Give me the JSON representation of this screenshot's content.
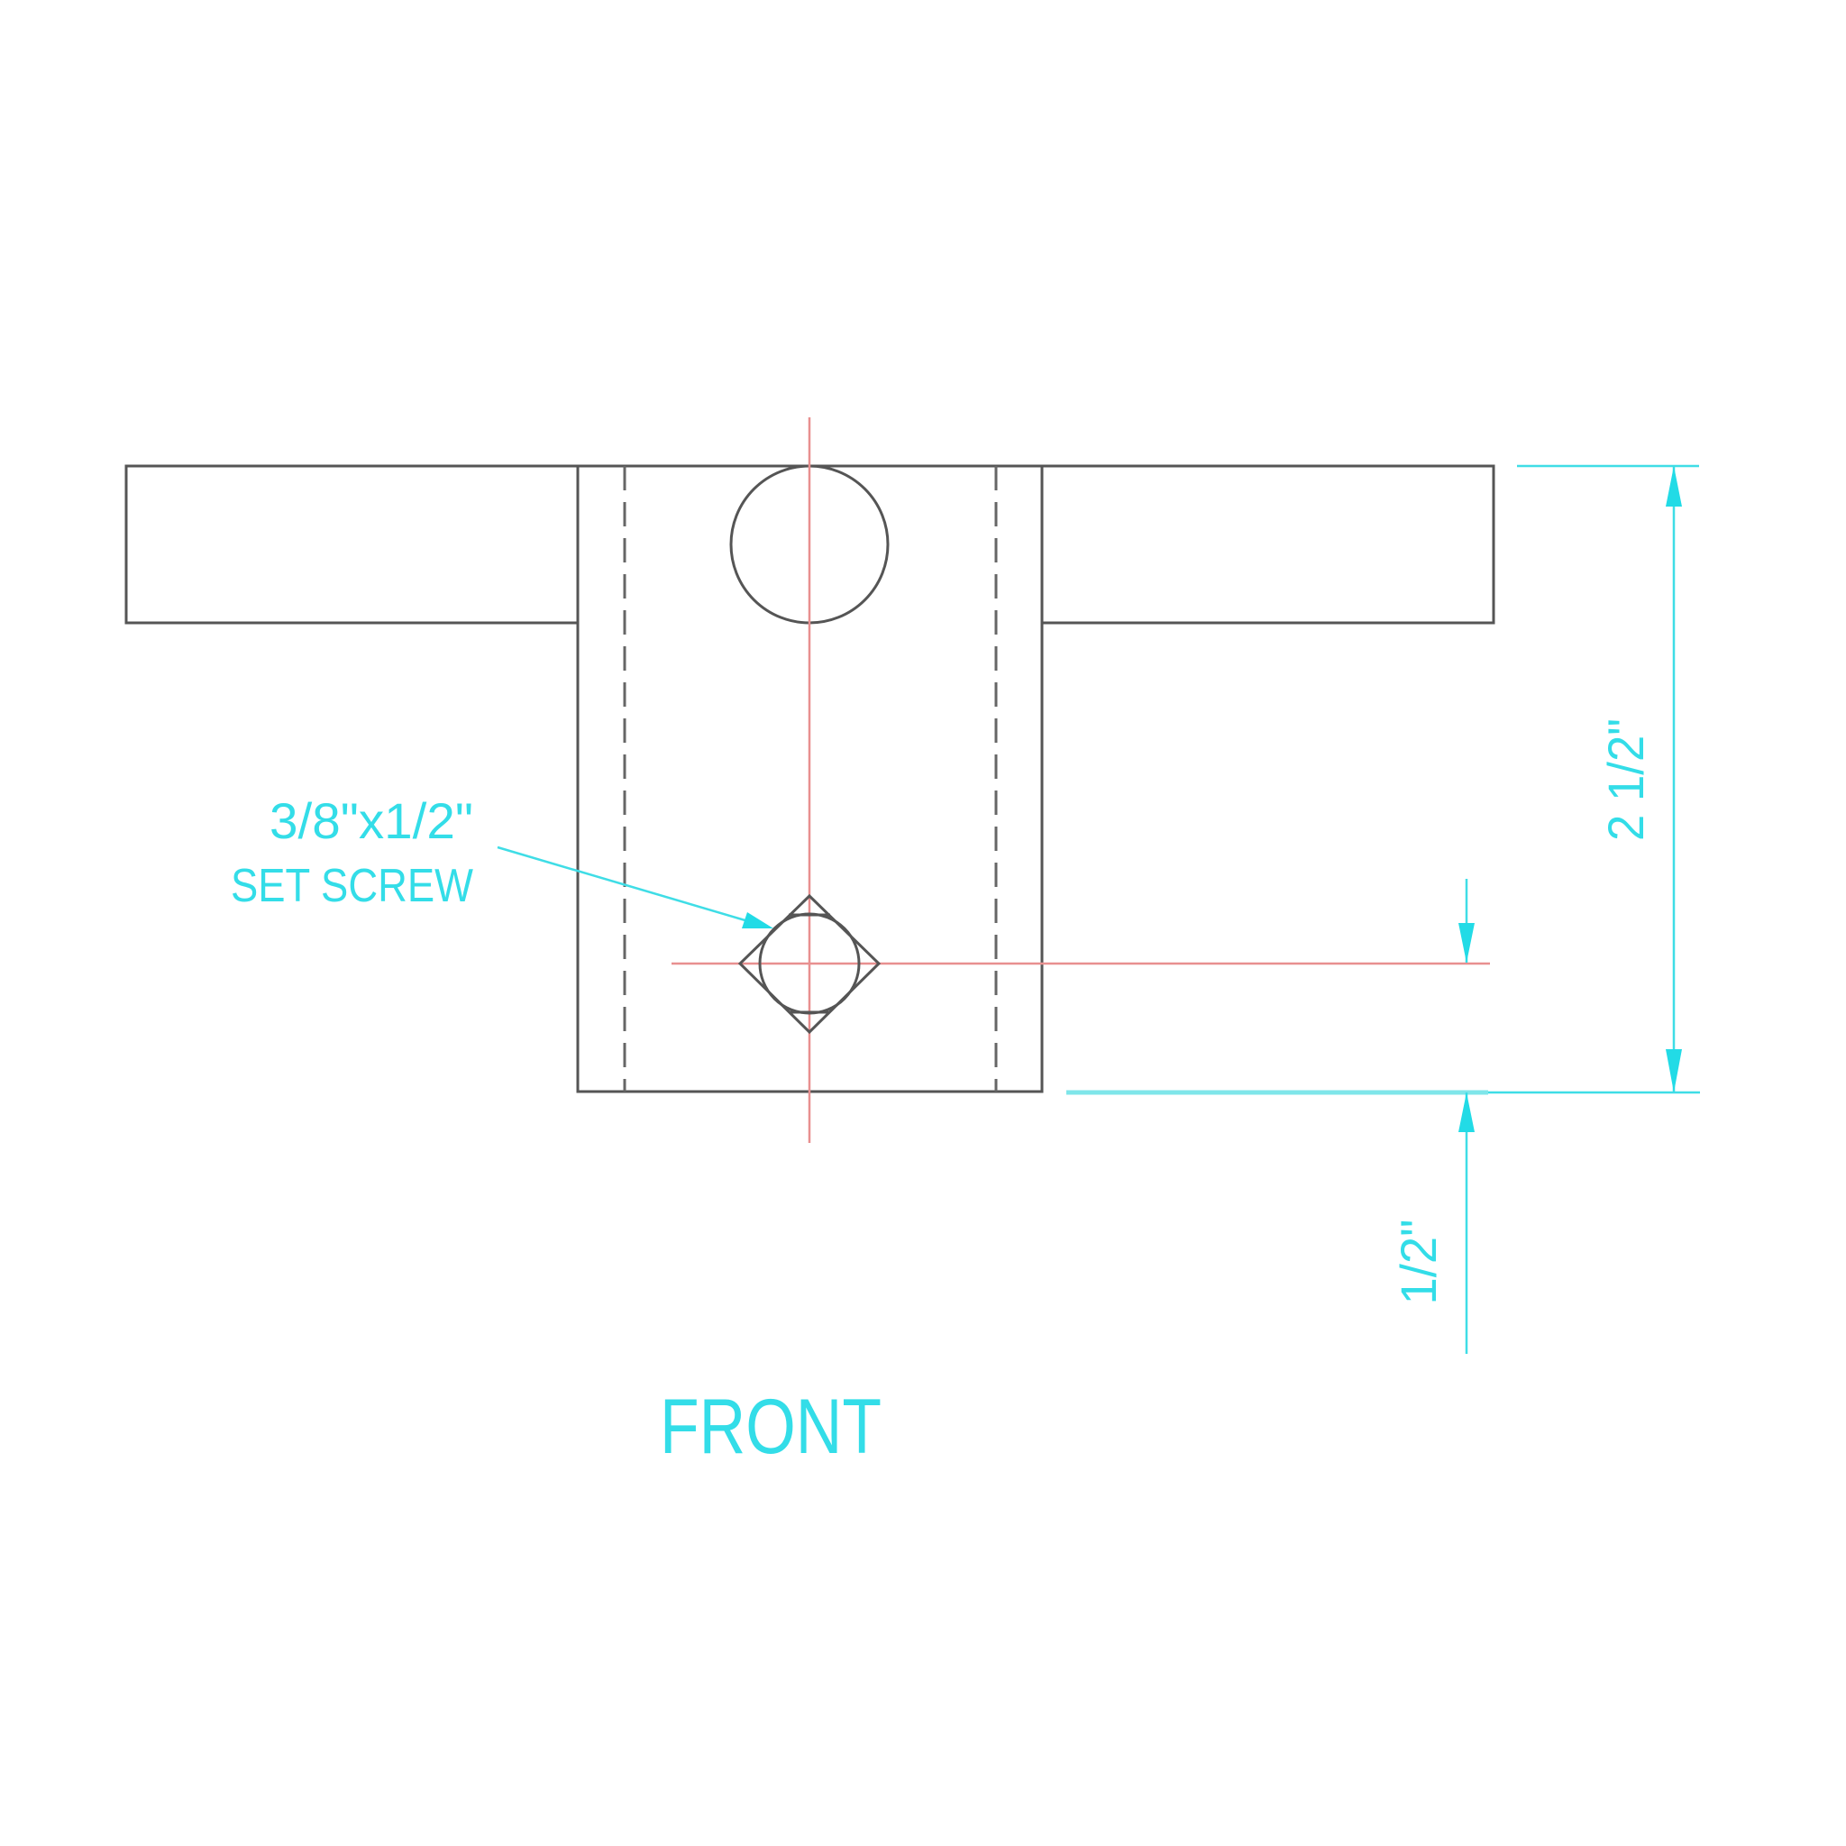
{
  "drawing": {
    "view_title": "FRONT",
    "accent_color": "#33dde8",
    "outline_color": "#555555",
    "centerline_color": "#e89090",
    "callout": {
      "line1": "3/8\"x1/2\"",
      "line2": "SET SCREW"
    },
    "dimensions": {
      "overall_height": "2 1/2\"",
      "screw_offset": "1/2\""
    }
  }
}
